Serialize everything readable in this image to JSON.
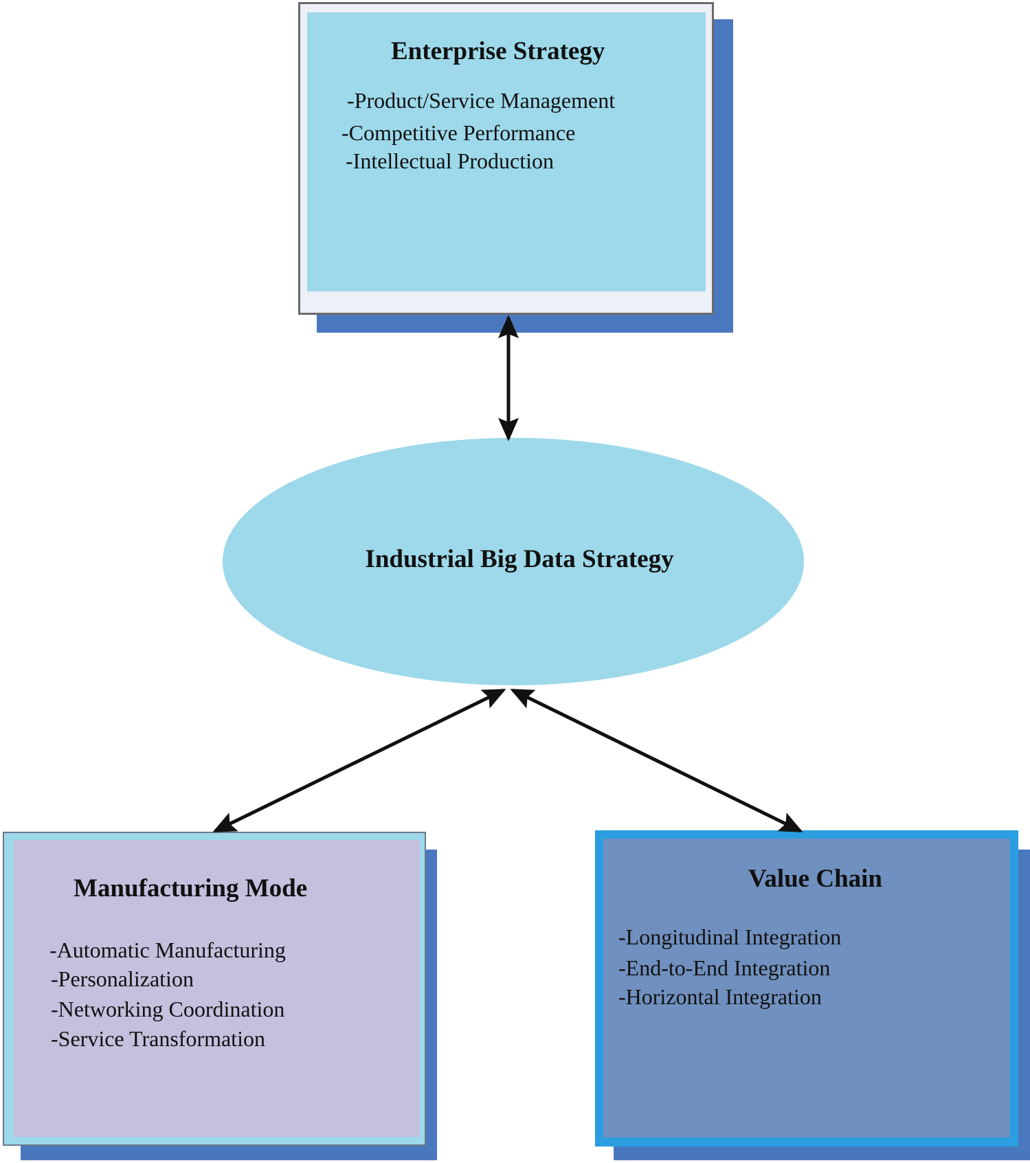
{
  "enterprise_strategy": {
    "title": "Enterprise Strategy",
    "items": [
      "-Product/Service Management",
      "-Competitive Performance",
      "-Intellectual Production"
    ]
  },
  "central": {
    "title": "Industrial Big Data Strategy"
  },
  "manufacturing_mode": {
    "title": "Manufacturing Mode",
    "items": [
      "-Automatic Manufacturing",
      "-Personalization",
      "-Networking Coordination",
      "-Service Transformation"
    ]
  },
  "value_chain": {
    "title": "Value Chain",
    "items": [
      "-Longitudinal Integration",
      "-End-to-End Integration",
      "-Horizontal Integration"
    ]
  },
  "colors": {
    "light_blue": "#9dd9ea",
    "shadow_blue": "#4a78bf",
    "lavender": "#c7bfde",
    "steel_blue": "#7090bf",
    "bright_blue": "#2a9ee0"
  }
}
